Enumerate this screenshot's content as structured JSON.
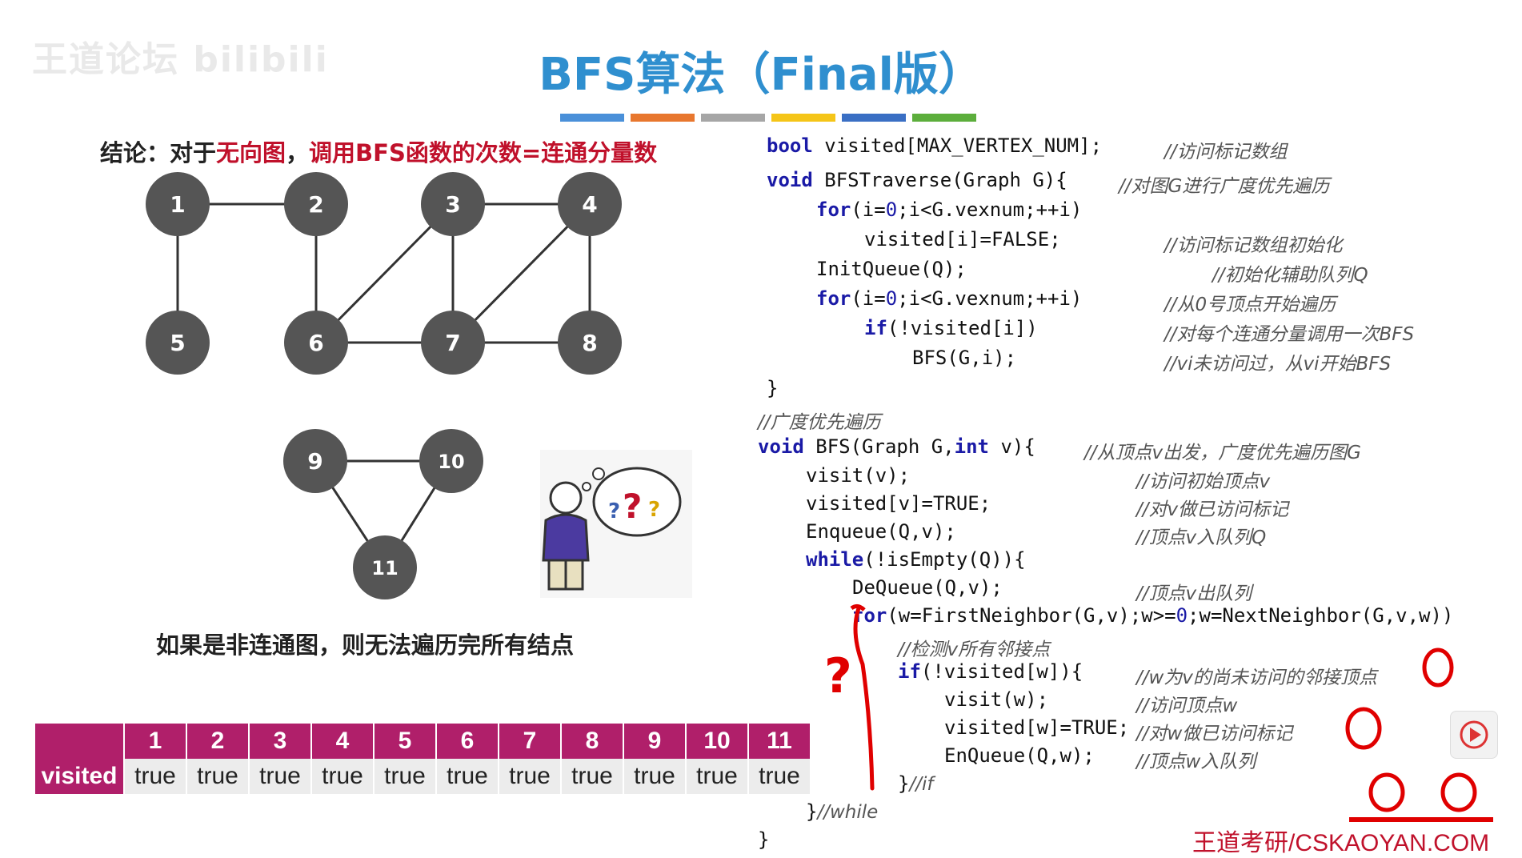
{
  "watermark": "王道论坛 bilibili",
  "title": "BFS算法（Final版）",
  "conclusion": {
    "prefix": "结论：对于",
    "red1": "无向图",
    "mid": "，",
    "red2": "调用BFS函数的次数=连通分量数"
  },
  "note": "如果是非连通图，则无法遍历完所有结点",
  "graph_nodes": [
    "1",
    "2",
    "3",
    "4",
    "5",
    "6",
    "7",
    "8",
    "9",
    "10",
    "11"
  ],
  "visited_table": {
    "label": "visited",
    "headers": [
      "1",
      "2",
      "3",
      "4",
      "5",
      "6",
      "7",
      "8",
      "9",
      "10",
      "11"
    ],
    "values": [
      "true",
      "true",
      "true",
      "true",
      "true",
      "true",
      "true",
      "true",
      "true",
      "true",
      "true"
    ]
  },
  "code": {
    "l1": "visited[MAX_VERTEX_NUM];",
    "l1k": "bool",
    "l1c": "//访问标记数组",
    "l2k": "void",
    "l2": "BFSTraverse(Graph G){",
    "l2c": "//对图G进行广度优先遍历",
    "l3a": "for",
    "l3b": "(i=",
    "l3n": "0",
    "l3c": ";i<G.vexnum;++i)",
    "l4": "visited[i]=FALSE;",
    "l4c": "//访问标记数组初始化",
    "l5": "InitQueue(Q);",
    "l5c": "//初始化辅助队列Q",
    "l6c": "//从0号顶点开始遍历",
    "l7k": "if",
    "l7": "(!visited[i])",
    "l7c": "//对每个连通分量调用一次BFS",
    "l8": "BFS(G,i);",
    "l8c": "//vi未访问过，从vi开始BFS",
    "l9": "}",
    "l10c": "//广度优先遍历",
    "l11k": "void",
    "l11a": "BFS(Graph G,",
    "l11k2": "int",
    "l11b": "v){",
    "l11c": "//从顶点v出发，广度优先遍历图G",
    "l12": "visit(v);",
    "l12c": "//访问初始顶点v",
    "l13": "visited[v]=TRUE;",
    "l13c": "//对v做已访问标记",
    "l14": "Enqueue(Q,v);",
    "l14c": "//顶点v入队列Q",
    "l15k": "while",
    "l15": "(!isEmpty(Q)){",
    "l16": "DeQueue(Q,v);",
    "l16c": "//顶点v出队列",
    "l17k": "for",
    "l17a": "(w=FirstNeighbor(G,v);w>=",
    "l17n": "0",
    "l17b": ";w=NextNeighbor(G,v,w))",
    "l18c": "//检测v所有邻接点",
    "l19k": "if",
    "l19": "(!visited[w]){",
    "l19c": "//w为v的尚未访问的邻接顶点",
    "l20": "visit(w);",
    "l20c": "//访问顶点w",
    "l21": "visited[w]=TRUE;",
    "l21c": "//对w做已访问标记",
    "l22": "EnQueue(Q,w);",
    "l22c": "//顶点w入队列",
    "l23a": "}",
    "l23c": "//if",
    "l24a": "}",
    "l24c": "//while",
    "l25": "}"
  },
  "brand": "王道考研/CSKAOYAN.COM",
  "colors": {
    "title": "#2f8fcf",
    "accent": "#c0112b",
    "table_header": "#b01f6a",
    "node": "#555555"
  }
}
